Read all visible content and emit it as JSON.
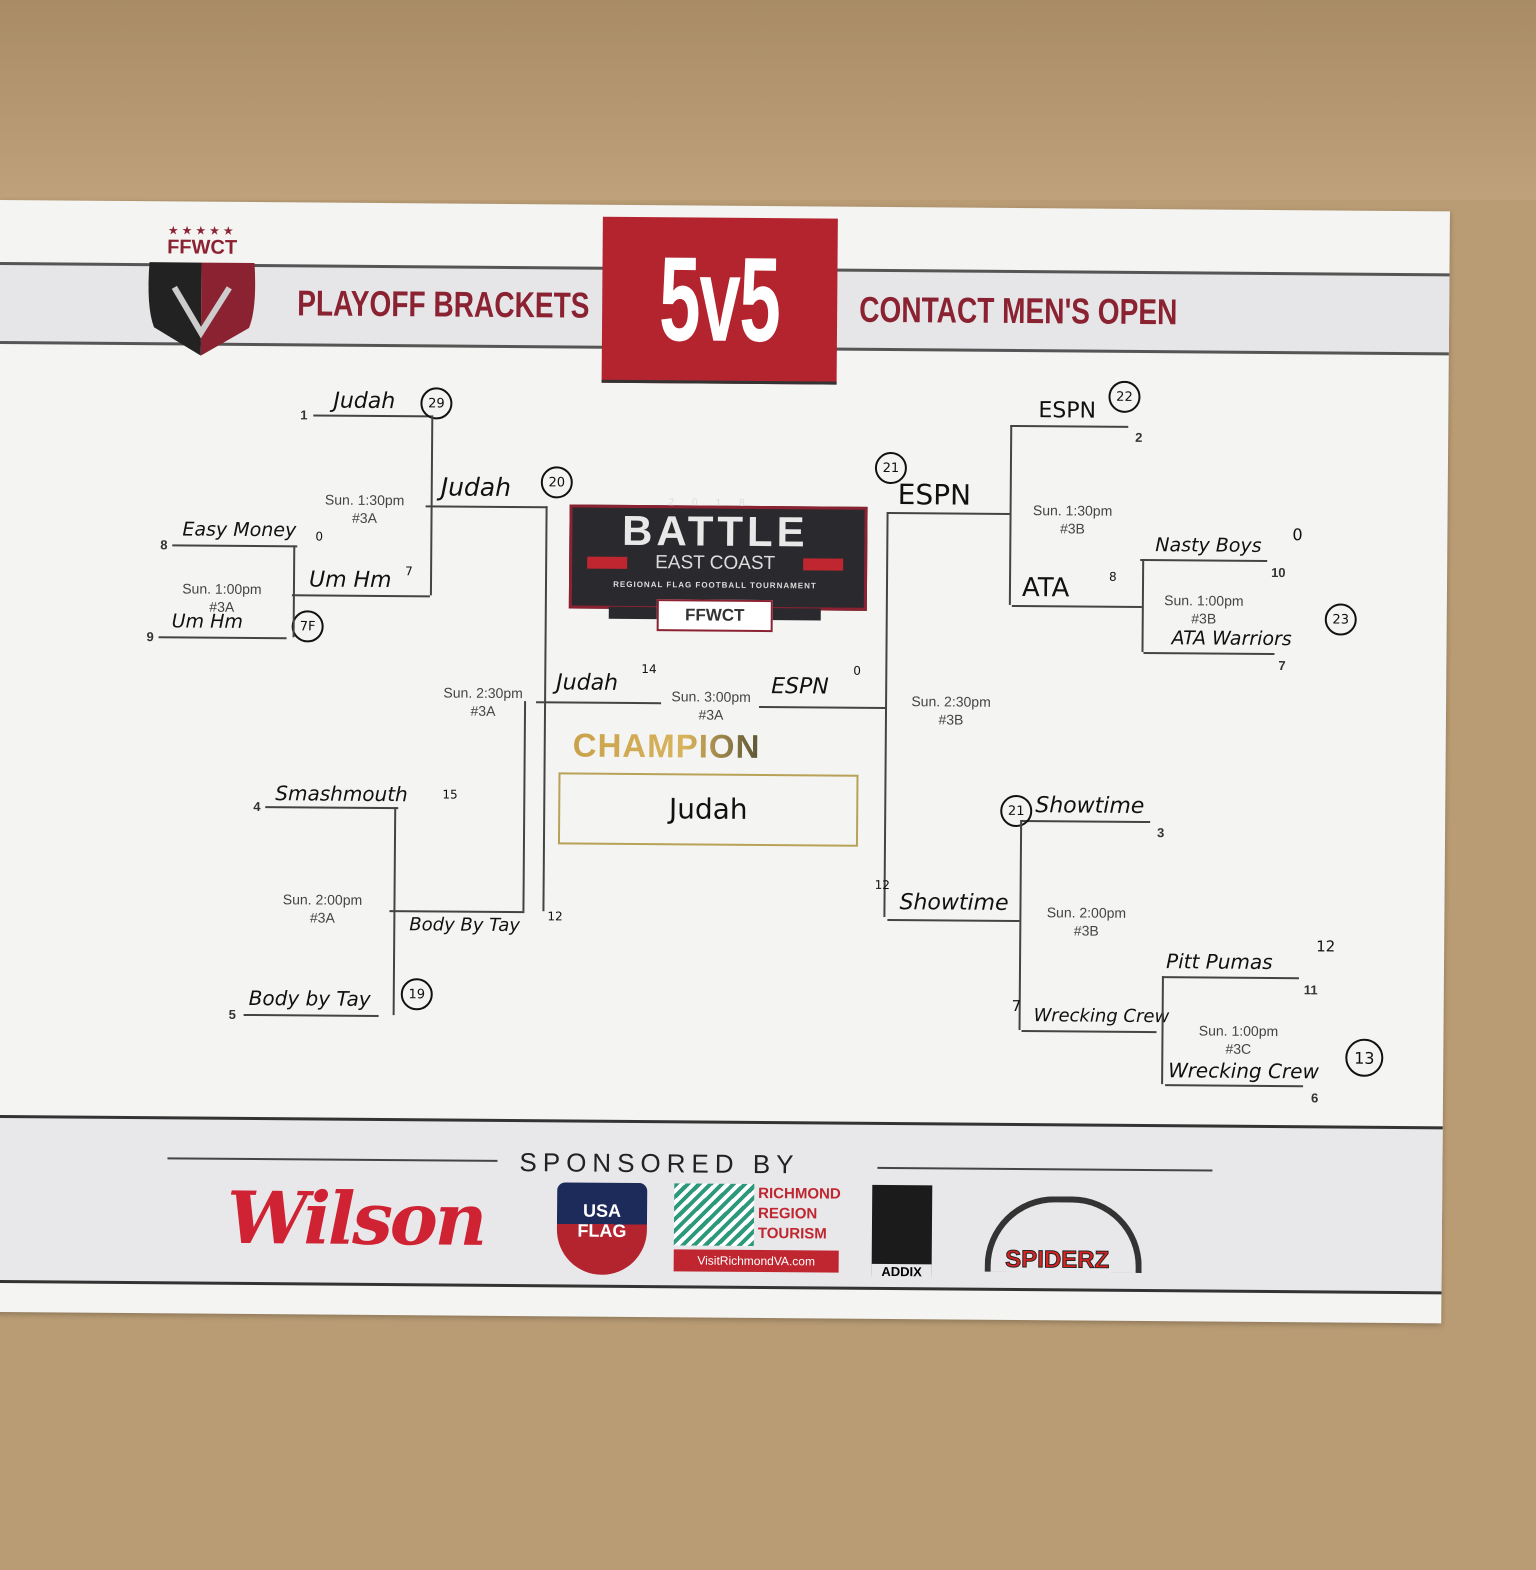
{
  "header": {
    "org_logo": "FFWCT",
    "left_title": "PLAYOFF BRACKETS",
    "format": "5v5",
    "right_title": "CONTACT MEN'S OPEN"
  },
  "event_logo": {
    "year": "2018",
    "name": "BATTLE",
    "region": "EAST COAST",
    "subtitle": "REGIONAL FLAG FOOTBALL TOURNAMENT",
    "org": "FFWCT"
  },
  "left": {
    "r1_top": {
      "seed1": "1",
      "team1": "Judah",
      "score1": "29"
    },
    "r1_play": {
      "seed8": "8",
      "team8": "Easy Money",
      "score8": "0",
      "seed9": "9",
      "team9": "Um Hm",
      "score9": "7F",
      "game": "Sun. 1:00pm",
      "field": "#3A"
    },
    "qf1": {
      "game": "Sun. 1:30pm",
      "field": "#3A",
      "team_b": "Um Hm",
      "score_b": "7"
    },
    "qf2": {
      "seed4": "4",
      "team4": "Smashmouth",
      "score4": "15",
      "seed5": "5",
      "team5": "Body by Tay",
      "score5": "19",
      "game": "Sun. 2:00pm",
      "field": "#3A"
    },
    "sf": {
      "team_a": "Judah",
      "score_a": "20",
      "team_b": "Body By Tay",
      "score_b": "12",
      "game": "Sun. 2:30pm",
      "field": "#3A"
    },
    "finalist": "Judah",
    "finalist_score": "14"
  },
  "final": {
    "game": "Sun. 3:00pm",
    "field": "#3A",
    "champion_label": "CHAMPION",
    "champion": "Judah"
  },
  "right": {
    "qf1": {
      "seed2": "2",
      "team2": "ESPN",
      "score2": "22",
      "game": "Sun. 1:30pm",
      "field": "#3B",
      "team_b": "ATA",
      "score_b": "8"
    },
    "r1a": {
      "seed10": "10",
      "team10": "Nasty Boys",
      "score10": "0",
      "seed7": "7",
      "team7": "ATA Warriors",
      "score7": "23",
      "game": "Sun. 1:00pm",
      "field": "#3B"
    },
    "qf2": {
      "seed3": "3",
      "team3": "Showtime",
      "score3": "21",
      "game": "Sun. 2:00pm",
      "field": "#3B",
      "team_b": "Wrecking Crew",
      "score_b": "7"
    },
    "r1b": {
      "seed11": "11",
      "team11": "Pitt Pumas",
      "score11": "12",
      "seed6": "6",
      "team6": "Wrecking Crew",
      "score6": "13",
      "game": "Sun. 1:00pm",
      "field": "#3C"
    },
    "sf": {
      "team_a": "ESPN",
      "score_a": "21",
      "team_b": "Showtime",
      "score_b": "12",
      "game": "Sun. 2:30pm",
      "field": "#3B"
    },
    "finalist": "ESPN",
    "finalist_score": "0"
  },
  "footer": {
    "sponsored_by": "SPONSORED BY",
    "sponsors": [
      "Wilson",
      "USA FLAG",
      "RICHMOND REGION TOURISM",
      "VisitRichmondVA.com",
      "ADDIX",
      "SPIDERZ"
    ]
  },
  "colors": {
    "brand_red": "#b3242f",
    "title_red": "#8b2232",
    "gold": "#c9a24b",
    "background": "#b99c74"
  }
}
